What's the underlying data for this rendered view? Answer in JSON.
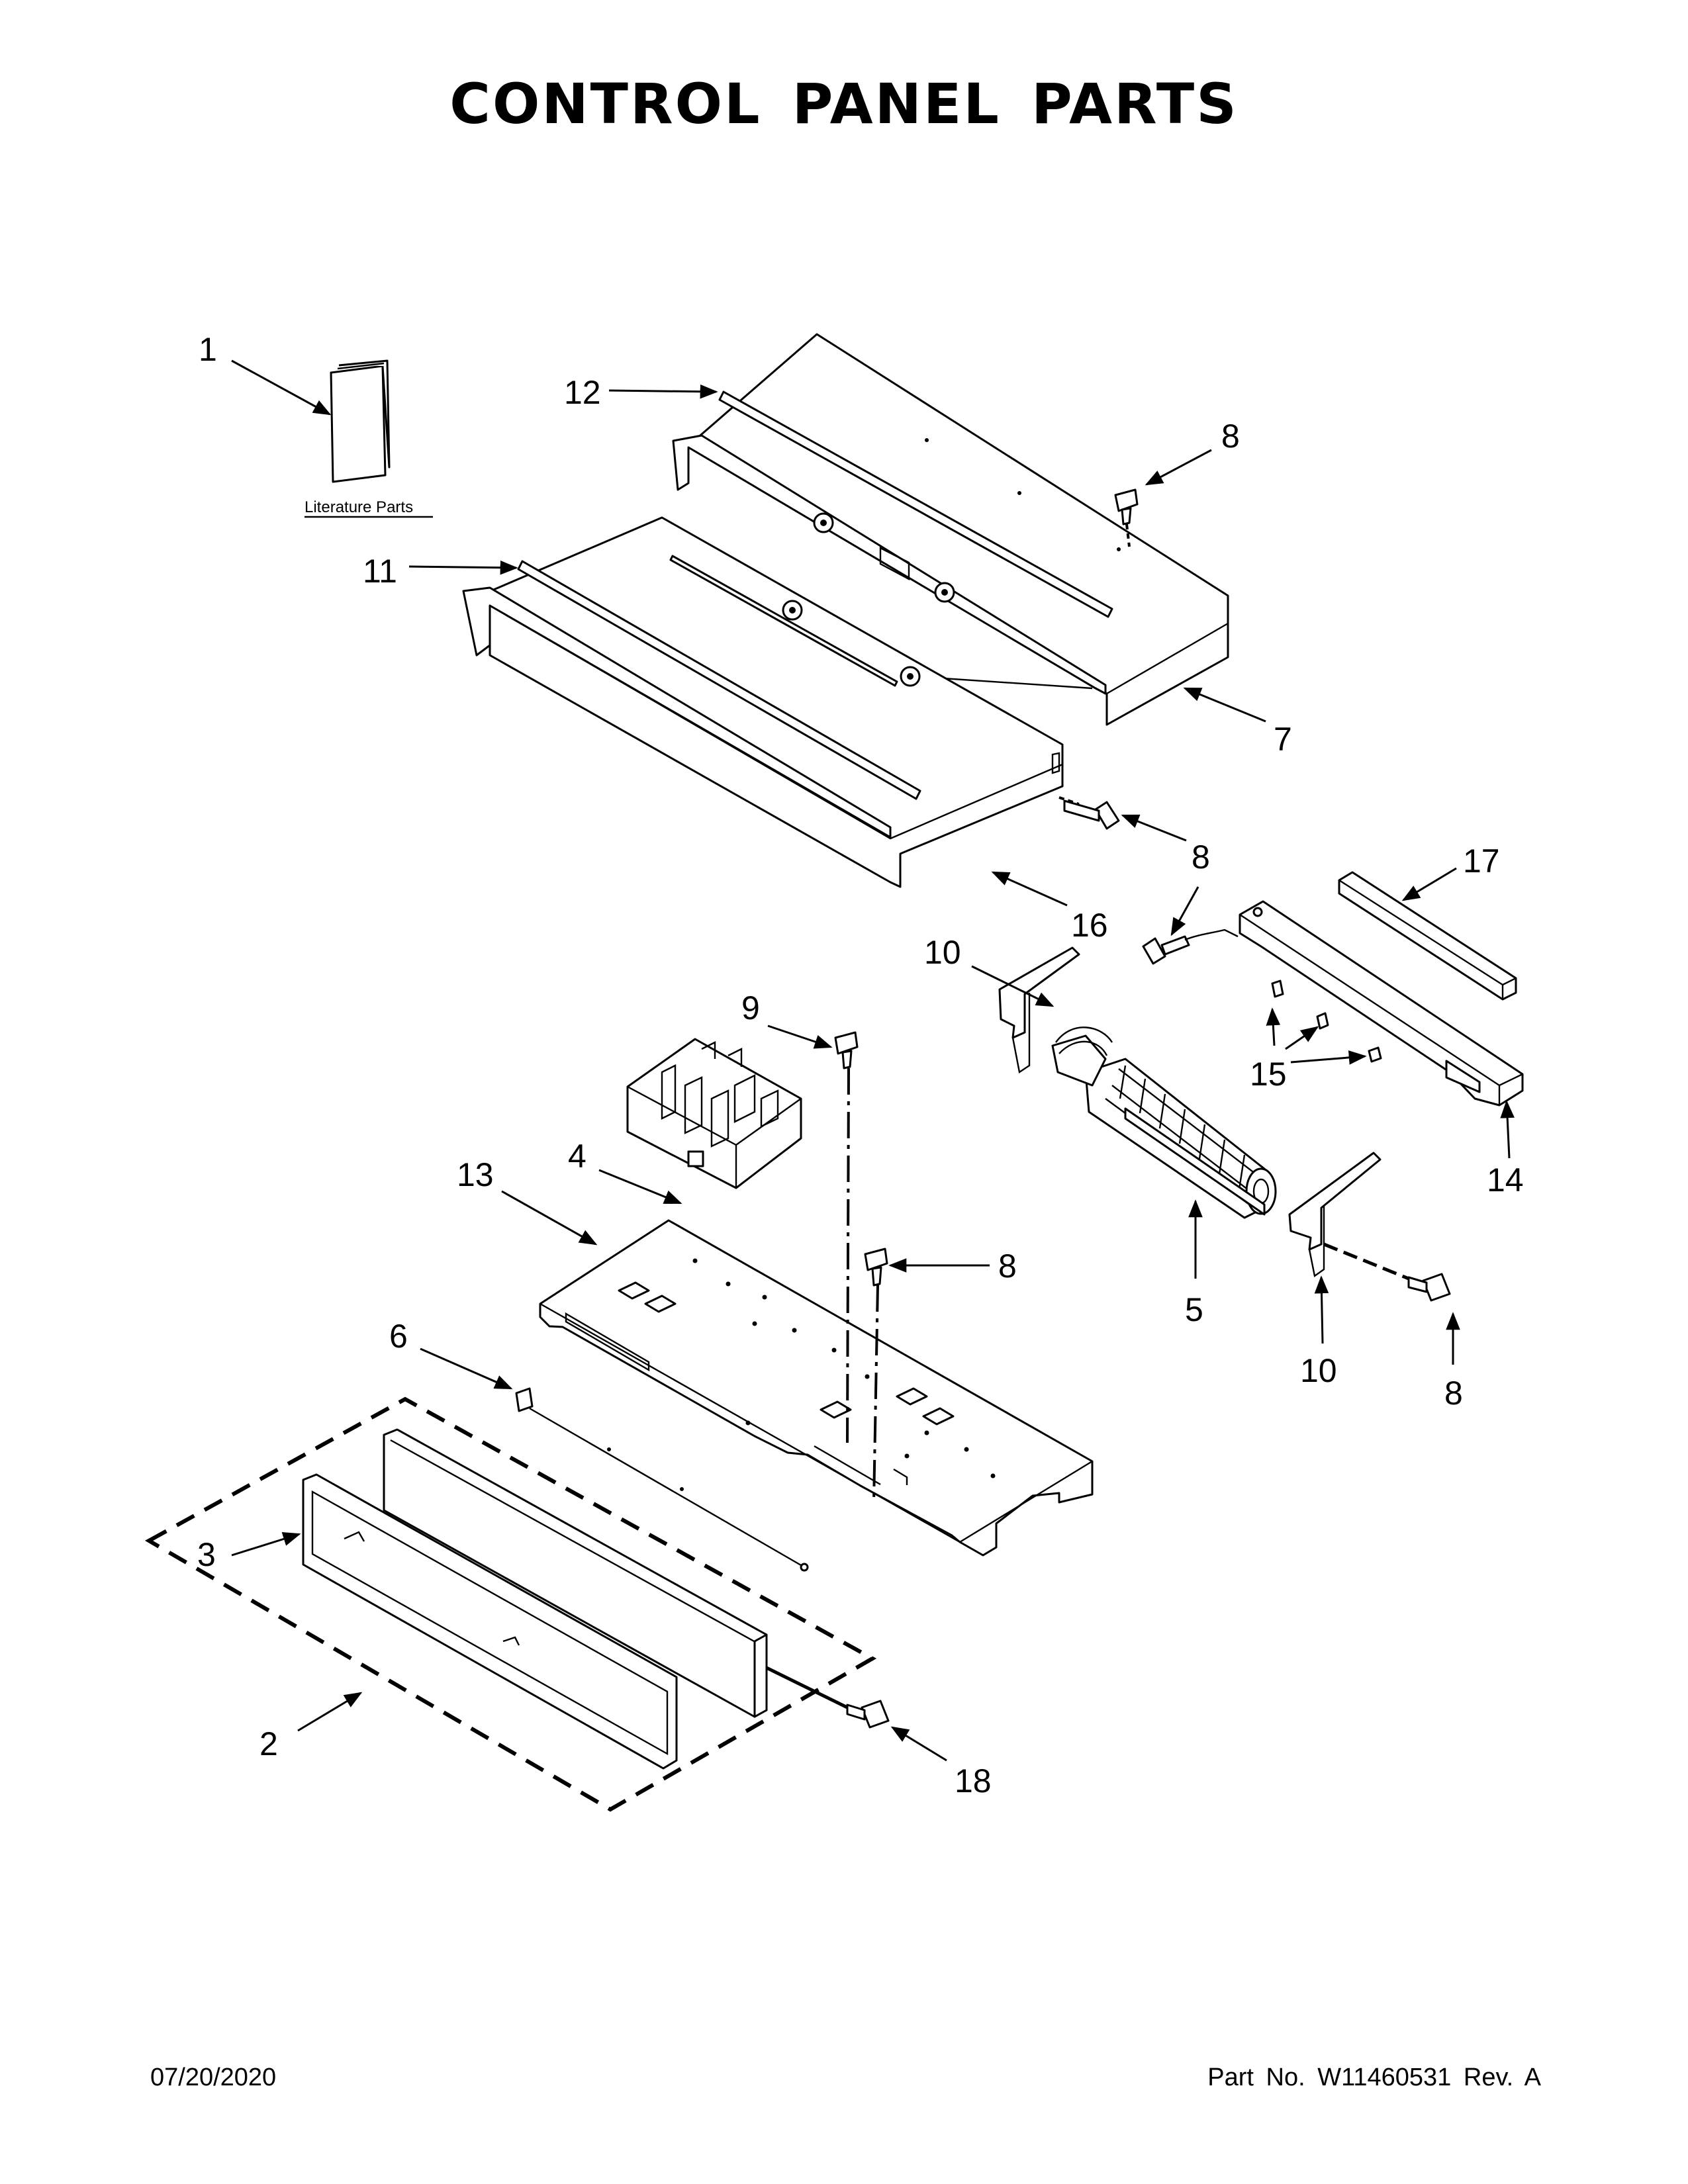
{
  "title": "CONTROL PANEL PARTS",
  "literature_label": "Literature Parts",
  "callouts": {
    "c1": "1",
    "c2": "2",
    "c3": "3",
    "c4": "4",
    "c5": "5",
    "c6": "6",
    "c7": "7",
    "c8a": "8",
    "c8b": "8",
    "c8c": "8",
    "c8d": "8",
    "c8e": "8",
    "c9": "9",
    "c10a": "10",
    "c10b": "10",
    "c11": "11",
    "c12": "12",
    "c13": "13",
    "c14": "14",
    "c15": "15",
    "c16": "16",
    "c17": "17",
    "c18": "18"
  },
  "footer": {
    "date": "07/20/2020",
    "part_number": "Part No.  W11460531  Rev.  A"
  }
}
